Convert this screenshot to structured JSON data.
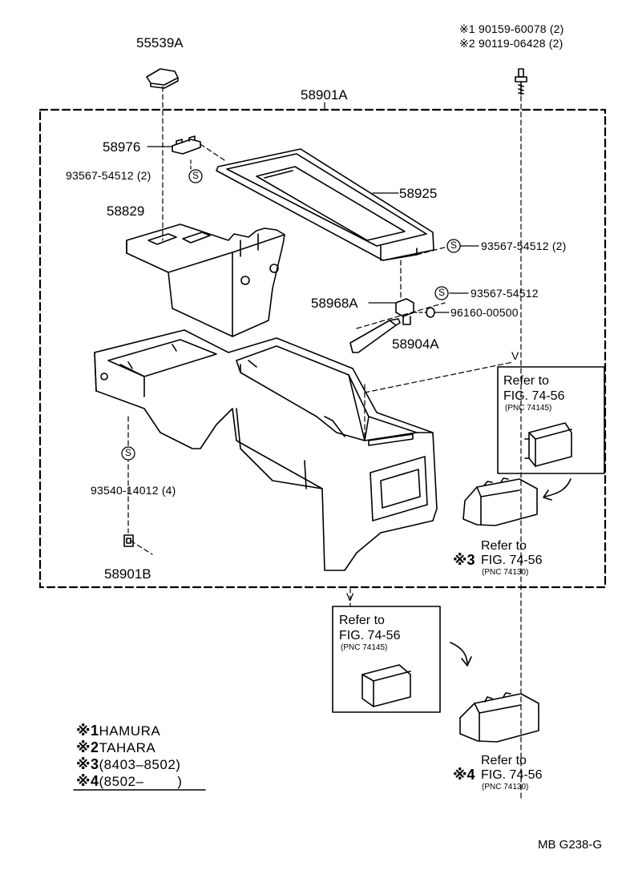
{
  "diagram": {
    "top_labels": {
      "p55539A": "55539A",
      "p58901A": "58901A",
      "bolt_line1": "※1 90159-60078 (2)",
      "bolt_line2": "※2 90119-06428 (2)"
    },
    "parts": {
      "p58976": "58976",
      "p93567_2a": "93567-54512 (2)",
      "p58925": "58925",
      "p58829": "58829",
      "p93567_2b": "93567-54512 (2)",
      "p93567": "93567-54512",
      "p58968A": "58968A",
      "p96160": "96160-00500",
      "p58904A": "58904A",
      "p93540": "93540-14012 (4)",
      "p58901B": "58901B"
    },
    "s_marker": "S",
    "view_marker": "V",
    "refs": {
      "box1": {
        "line1": "Refer to",
        "line2": "FIG. 74-56",
        "pnc": "(PNC 74145)"
      },
      "r3": {
        "mark": "※3",
        "line1": "Refer to",
        "line2": "FIG. 74-56",
        "pnc": "(PNC 74130)"
      },
      "box2": {
        "line1": "Refer to",
        "line2": "FIG. 74-56",
        "pnc": "(PNC 74145)"
      },
      "r4": {
        "mark": "※4",
        "line1": "Refer to",
        "line2": "FIG. 74-56",
        "pnc": "(PNC 74130)"
      }
    },
    "legend": [
      {
        "mark": "※1",
        "text": "HAMURA"
      },
      {
        "mark": "※2",
        "text": "TAHARA"
      },
      {
        "mark": "※3",
        "text": "(8403–8502)"
      },
      {
        "mark": "※4",
        "text": "(8502–        )"
      }
    ],
    "footer_code": "MB  G238-G"
  }
}
